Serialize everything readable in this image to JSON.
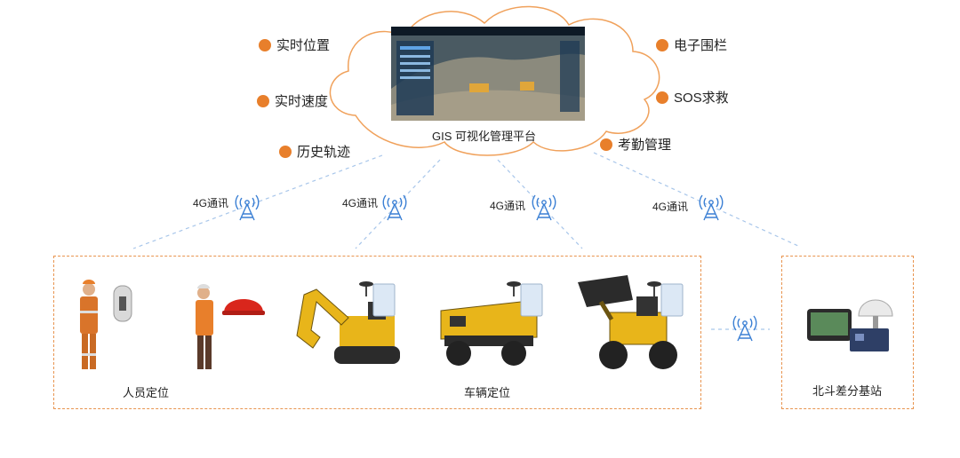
{
  "platform": {
    "caption": "GIS 可视化管理平台",
    "screen_title": "矿山智能 · 综合管理平台"
  },
  "features_left": [
    {
      "label": "实时位置",
      "icon": "orange-dot-icon"
    },
    {
      "label": "实时速度",
      "icon": "orange-dot-icon"
    },
    {
      "label": "历史轨迹",
      "icon": "orange-dot-icon"
    }
  ],
  "features_right": [
    {
      "label": "电子围栏",
      "icon": "orange-dot-icon"
    },
    {
      "label": "SOS求救",
      "icon": "orange-dot-icon"
    },
    {
      "label": "考勤管理",
      "icon": "orange-dot-icon"
    }
  ],
  "network": {
    "links": [
      "4G通讯",
      "4G通讯",
      "4G通讯",
      "4G通讯"
    ],
    "icon": "signal-tower-icon"
  },
  "groups": {
    "personnel_label": "人员定位",
    "vehicle_label": "车辆定位",
    "base_station_label": "北斗差分基站"
  },
  "colors": {
    "accent": "#e87f2b",
    "cloud_stroke": "#f0a15b",
    "network_blue": "#3a7fd4",
    "dashed_link": "#a8c6ea"
  }
}
